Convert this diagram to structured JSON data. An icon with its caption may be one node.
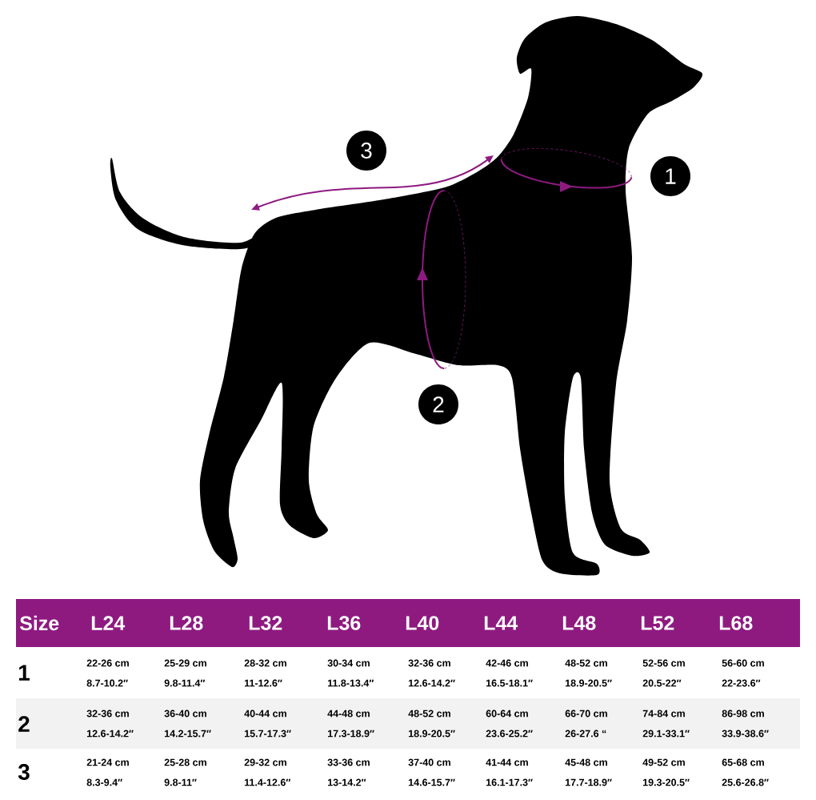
{
  "diagram": {
    "nodes": [
      {
        "text": [
          "3"
        ]
      },
      {
        "text": [
          "1"
        ]
      },
      {
        "text": [
          "2"
        ]
      }
    ],
    "labels": [
      "Size",
      "L24",
      "L28",
      "L32",
      "L36",
      "L40",
      "L44",
      "L48",
      "L52",
      "L68",
      "1",
      "22-26 cm",
      "25-29 cm",
      "28-32 cm",
      "30-34 cm",
      "32-36 cm",
      "42-46 cm",
      "48-52 cm",
      "52-56 cm",
      "56-60 cm",
      "8.7-10.2″",
      "9.8-11.4″",
      "11-12.6″",
      "11.8-13.4″",
      "12.6-14.2″",
      "16.5-18.1″",
      "18.9-20.5″",
      "20.5-22″",
      "22-23.6″",
      "2",
      "32-36 cm",
      "36-40 cm",
      "40-44 cm",
      "44-48 cm",
      "48-52 cm",
      "60-64 cm",
      "66-70 cm",
      "74-84 cm",
      "86-98 cm",
      "12.6-14.2″",
      "14.2-15.7″",
      "15.7-17.3″",
      "17.3-18.9″",
      "18.9-20.5″",
      "23.6-25.2″",
      "26-27.6 “",
      "29.1-33.1″",
      "33.9-38.6″",
      "3",
      "21-24 cm",
      "25-28 cm",
      "29-32 cm",
      "33-36 cm",
      "37-40 cm",
      "41-44 cm",
      "45-48 cm",
      "49-52 cm",
      "65-68 cm",
      "8.3-9.4″",
      "9.8-11″",
      "11.4-12.6″",
      "13-14.2″",
      "14.6-15.7″",
      "16.1-17.3″",
      "17.7-18.9″",
      "19.3-20.5″",
      "25.6-26.8″"
    ]
  }
}
